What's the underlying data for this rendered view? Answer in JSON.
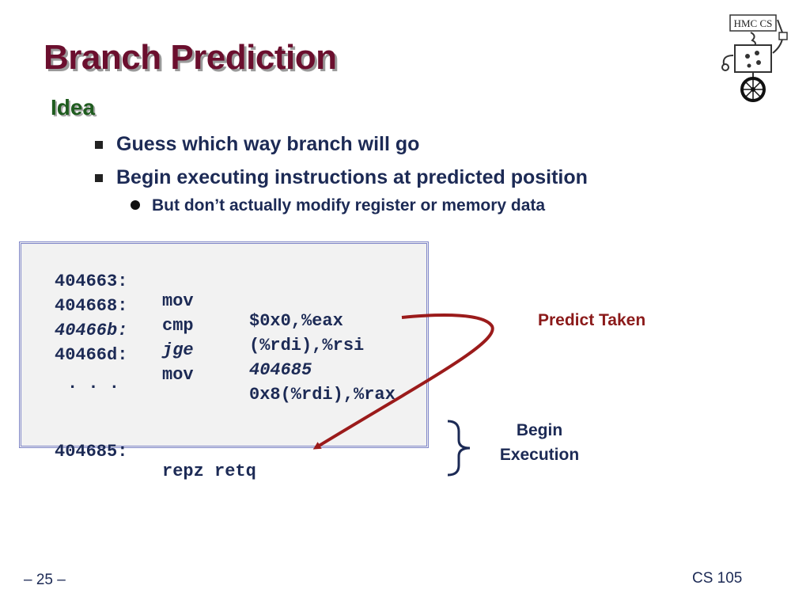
{
  "slide": {
    "title": "Branch Prediction",
    "subhead": "Idea",
    "bullets": [
      "Guess which way branch will go",
      "Begin executing instructions at predicted position"
    ],
    "sub_bullet": "But don’t actually modify register or memory data",
    "code": [
      {
        "addr": "404663:",
        "op": "mov",
        "arg": "$0x0,%eax"
      },
      {
        "addr": "404668:",
        "op": "cmp",
        "arg": "(%rdi),%rsi"
      },
      {
        "addr": "40466b:",
        "op": "jge",
        "arg": "404685"
      },
      {
        "addr": "40466d:",
        "op": "mov",
        "arg": "0x8(%rdi),%rax"
      },
      {
        "ellipsis": ". . ."
      },
      {
        "addr": "404685:",
        "op": "repz retq",
        "arg": ""
      }
    ],
    "predict_label": "Predict Taken",
    "begin_label_1": "Begin",
    "begin_label_2": "Execution",
    "logo_text": "HMC CS",
    "slide_number": "– 25 –",
    "course": "CS 105"
  },
  "colors": {
    "title": "#6b0f2e",
    "subhead": "#1f5c1f",
    "text": "#1c2a55",
    "arrow": "#9b1b1b",
    "box_border": "#7f86c8",
    "box_fill": "#f2f2f2"
  },
  "icons": [
    "square-bullet-icon",
    "round-bullet-icon",
    "curved-arrow-icon",
    "brace-icon",
    "hmc-robot-logo-icon"
  ]
}
